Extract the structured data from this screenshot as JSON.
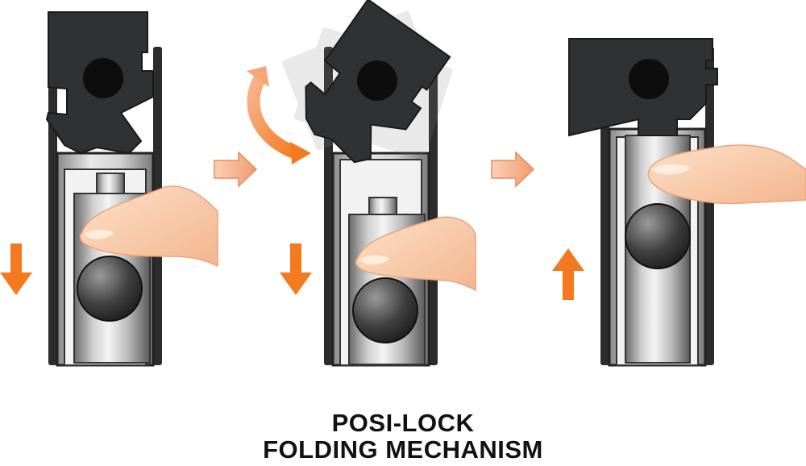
{
  "caption": {
    "line1": "POSI-LOCK",
    "line2": "FOLDING MECHANISM"
  },
  "steps": [
    {
      "stage": "press-button",
      "motion": "down",
      "head": "locked"
    },
    {
      "stage": "head-pivots",
      "motion": "down",
      "head": "folding"
    },
    {
      "stage": "release-locks",
      "motion": "up",
      "head": "locked-open"
    }
  ],
  "colors": {
    "accent_orange": "#f47a20",
    "step_arrow": "#f5a27a",
    "head_dark": "#2f3133",
    "metal_light": "#e6e6e6",
    "metal_dark": "#585858",
    "skin": "#f8cba6"
  },
  "icons": {
    "motion_down": "arrow-down-icon",
    "motion_up": "arrow-up-icon",
    "rotation": "curved-double-arrow-icon",
    "step": "arrow-right-icon",
    "finger": "finger-icon"
  }
}
